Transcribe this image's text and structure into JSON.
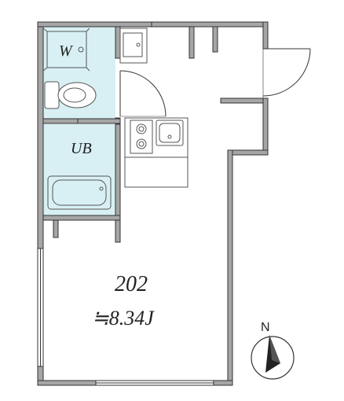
{
  "rooms": {
    "washer_label": "W",
    "bath_label": "UB",
    "unit_number": "202",
    "unit_area": "≒8.34J"
  },
  "compass": {
    "north_label": "N"
  },
  "colors": {
    "wet_area": "#d8f0f3",
    "wall": "#a6a6a6",
    "wall_outline": "#333333",
    "fixture": "#555555"
  }
}
